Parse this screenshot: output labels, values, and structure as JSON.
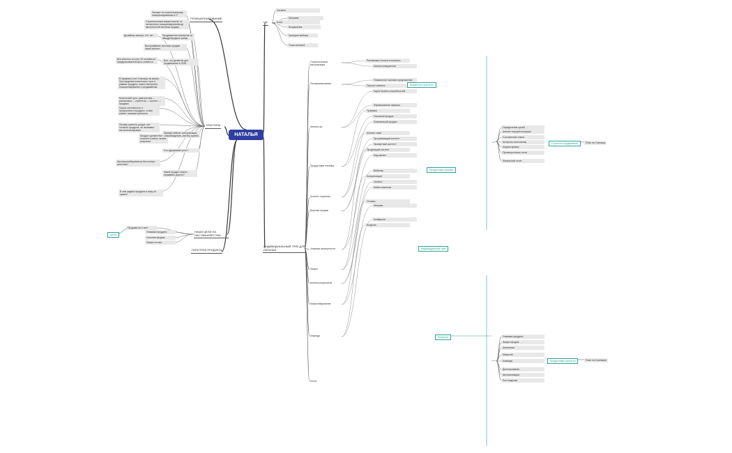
{
  "root": "НАТАЛЬЯ",
  "branches": {
    "positioning": "ПОЗИЦИОНИРОВАНИЕ",
    "goals": "ЦА",
    "triggers": "ТРИГГЕРЫ",
    "target": "НАШИ ЦЕЛИ НА НАСТАВНИЧЕСТВО",
    "hypothesis": "ГИПОТЕЗА ПРОДУКТА",
    "track": "ИНДИВИДУАЛЬНЫЙ ТРЕК ДЛЯ НАТАЛЬИ"
  },
  "left_notes": [
    "Эксперт по стратегическому позиционированию в IT",
    "Стратегическая маркетология: от экспертного позиционирования до выстроенной системы продаж",
    "Дизайнер-эксперт, 10+ лет",
    "Продвижение экспертов на международные рынки",
    "Выстраивание системы продаж через контент",
    "Все, что делается для продвижения в 2026",
    "Все клиенты по сути 15 человек из предпринимательского сегмента",
    "В среднем у них 3 месяца на запуск. Прохождение клиентского пути в рамках продукта, важно выстроить позиционирование и продвижение",
    "Клиентский путь: диагностика — распаковка — стратегия — контент — продажи",
    "Нужна системность и прозрачность продукта, чтобы клиент понимал ценность",
    "Почему клиенты уходят: нет готового продукта, не понимают как монетизировать",
    "Продукт должен быть понятен и иметь четкий результат",
    "Пример кейсов: консультации, сопровождение, мастер-группы",
    "Что сдерживает рост?",
    "Как масштабироваться без потери качества?",
    "Какой продукт можно продавать дорого?",
    "В чем задача продукта и кому он нужен?"
  ],
  "goals_items": [
    "Сегмент",
    "Боли",
    "Желания",
    "Возражения",
    "Критерии выбора",
    "Точки контакта"
  ],
  "target_items": [
    "Продажи на 1 млн",
    "Упаковка продукта",
    "Система продаж",
    "Запуск потока"
  ],
  "target_badge": "ЦЕЛЬ",
  "track_sections": [
    "Стратегическая консультация",
    "Позиционирование",
    "Анализ ЦА",
    "Продуктовая линейка",
    "Контент-стратегия",
    "Воронка продаж",
    "Упаковка экспертности",
    "Запуск",
    "Анализ результатов",
    "Масштабирование",
    "Команда",
    "Итоги"
  ],
  "track_details": [
    "Распаковка личности эксперта",
    "Анализ конкурентов",
    "Уникальное торговое предложение",
    "Портрет клиента",
    "Карта болей и потребностей",
    "Формирование оффера",
    "Трипваер",
    "Основной продукт",
    "Флагманский продукт",
    "Контент-план",
    "Прогревающий контент",
    "Экспертный контент",
    "Продающий контент",
    "Лид-магнит",
    "Вебинар",
    "Консультация",
    "Оплата",
    "Кейсы клиентов",
    "Отзывы",
    "Метрики",
    "Конверсия",
    "Выручка"
  ],
  "right_teal_notes": [
    "Выработка стратегии",
    "Продуктовая линейка",
    "Индивидуальный трек",
    "Результат"
  ],
  "right_far_items_top": [
    "Определение целей",
    "Анализ текущей ситуации",
    "Составление плана",
    "Контроль исполнения",
    "Корректировка",
    "Промежуточные итоги",
    "Финальный отчет"
  ],
  "right_far_items_bottom": [
    "Упаковка продукта",
    "Запуск продаж",
    "Аналитика",
    "Масштаб",
    "Команда",
    "Делегирование",
    "Автоматизация",
    "Рост выручки"
  ],
  "far_right_labels": [
    "Стратегия продвижения",
    "Продуктовая стратегия"
  ],
  "far_right_tail": [
    "План на 3 месяца",
    "План на 6 месяцев"
  ]
}
